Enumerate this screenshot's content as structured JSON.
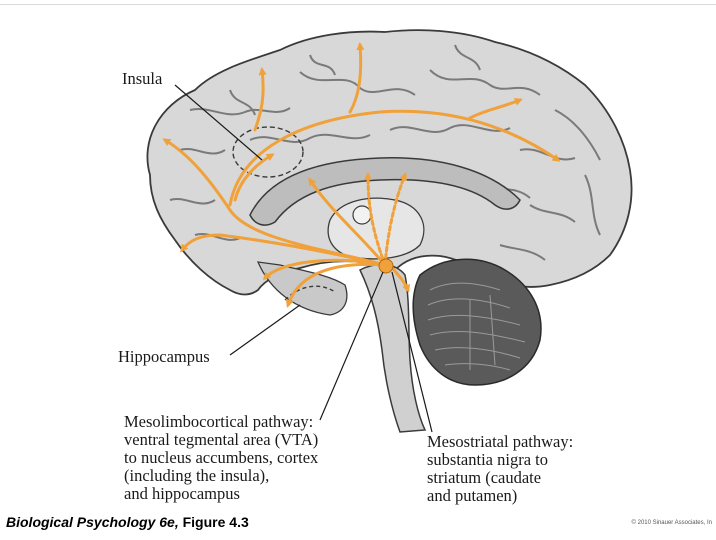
{
  "labels": {
    "insula": "Insula",
    "hippocampus": "Hippocampus",
    "mesolimbocortical": [
      "Mesolimbocortical pathway:",
      "ventral tegmental area (VTA)",
      "to nucleus accumbens, cortex",
      "(including the insula),",
      "and hippocampus"
    ],
    "mesostriatal": [
      "Mesostriatal pathway:",
      "substantia nigra to",
      "striatum (caudate",
      "and putamen)"
    ]
  },
  "caption": {
    "title": "Biological Psychology 6e,",
    "figure": " Figure 4.3"
  },
  "credit": "© 2010 Sinauer Associates, In",
  "colors": {
    "pathway": "#f0a13a",
    "brain_fill": "#d6d6d6",
    "brain_dark": "#9a9a9a",
    "cerebellum": "#5a5a5a",
    "outline": "#3a3a3a",
    "text": "#1a1a1a"
  }
}
